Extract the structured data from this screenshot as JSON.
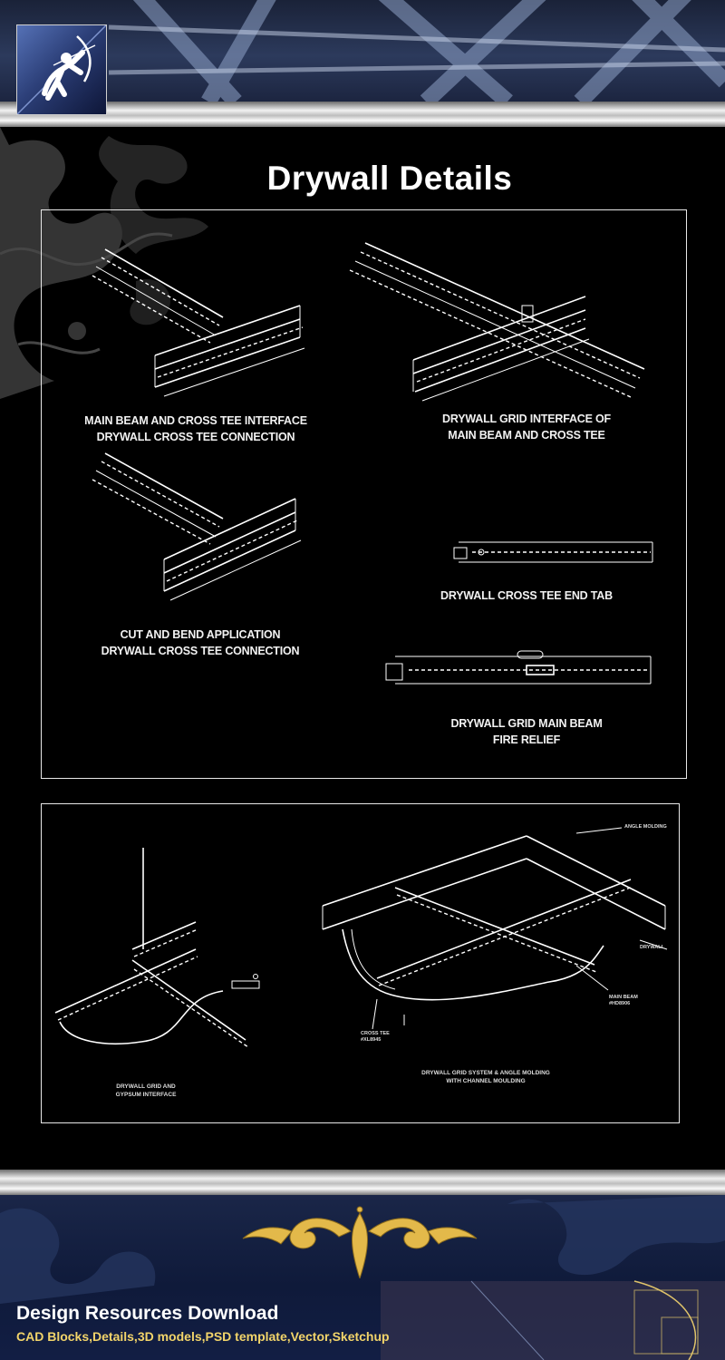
{
  "title": "Drywall Details",
  "top_panel": {
    "details": [
      {
        "caption": "MAIN BEAM AND CROSS TEE INTERFACE\nDRYWALL CROSS TEE CONNECTION"
      },
      {
        "caption": "DRYWALL GRID INTERFACE OF\nMAIN BEAM AND CROSS TEE"
      },
      {
        "caption": "CUT AND BEND APPLICATION\nDRYWALL CROSS TEE CONNECTION"
      },
      {
        "caption": "DRYWALL CROSS TEE END TAB"
      },
      {
        "caption": "DRYWALL GRID MAIN BEAM\nFIRE RELIEF"
      }
    ]
  },
  "bottom_panel": {
    "left_caption": "DRYWALL GRID AND\nGYPSUM INTERFACE",
    "right_caption": "DRYWALL GRID SYSTEM & ANGLE MOLDING\nWITH CHANNEL MOULDING",
    "callouts": {
      "angle_molding": "ANGLE MOLDING",
      "drywall": "DRYWALL",
      "main_beam": "MAIN BEAM\n#HD8906",
      "cross_tee": "CROSS TEE\n#XL8945"
    }
  },
  "footer": {
    "title": "Design Resources Download",
    "subtitle": "CAD Blocks,Details,3D models,PSD template,Vector,Sketchup"
  },
  "colors": {
    "background": "#000000",
    "header": "#2c3a5c",
    "footer": "#0f1a3a",
    "gold": "#f2d46a",
    "line": "#ffffff"
  },
  "icons": [
    "archer-logo-icon",
    "gold-ornament-icon",
    "damask-ornament-icon"
  ]
}
